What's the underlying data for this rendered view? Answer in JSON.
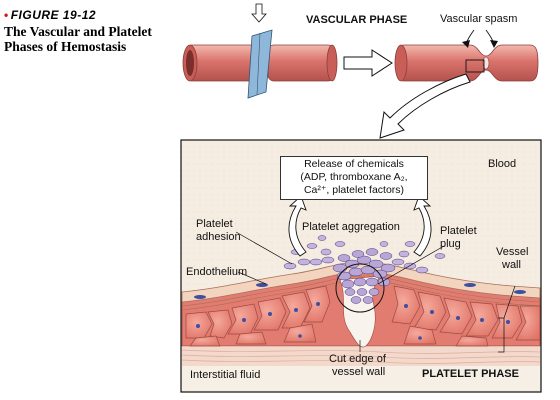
{
  "figure": {
    "number": "FIGURE 19-12",
    "title": "The Vascular and Platelet Phases of Hemostasis"
  },
  "vascular_phase": {
    "heading": "VASCULAR PHASE",
    "spasm_label": "Vascular spasm"
  },
  "platelet_phase": {
    "heading": "PLATELET PHASE",
    "chemicals_box": {
      "line1": "Release of chemicals",
      "line2": "(ADP, thromboxane A₂,",
      "line3": "Ca²⁺, platelet factors)"
    },
    "labels": {
      "blood": "Blood",
      "platelet_adhesion_1": "Platelet",
      "platelet_adhesion_2": "adhesion",
      "platelet_aggregation": "Platelet aggregation",
      "platelet_plug_1": "Platelet",
      "platelet_plug_2": "plug",
      "vessel_wall_1": "Vessel",
      "vessel_wall_2": "wall",
      "endothelium": "Endothelium",
      "cut_edge_1": "Cut edge of",
      "cut_edge_2": "vessel wall",
      "interstitial_fluid": "Interstitial fluid"
    }
  },
  "colors": {
    "vessel": "#d9736c",
    "vessel_light": "#f0b0a6",
    "panel_bg": "#f4ebe0",
    "platelet": "#b7a6d6",
    "muscle": "#e9857b",
    "bullet": "#dd1111"
  }
}
